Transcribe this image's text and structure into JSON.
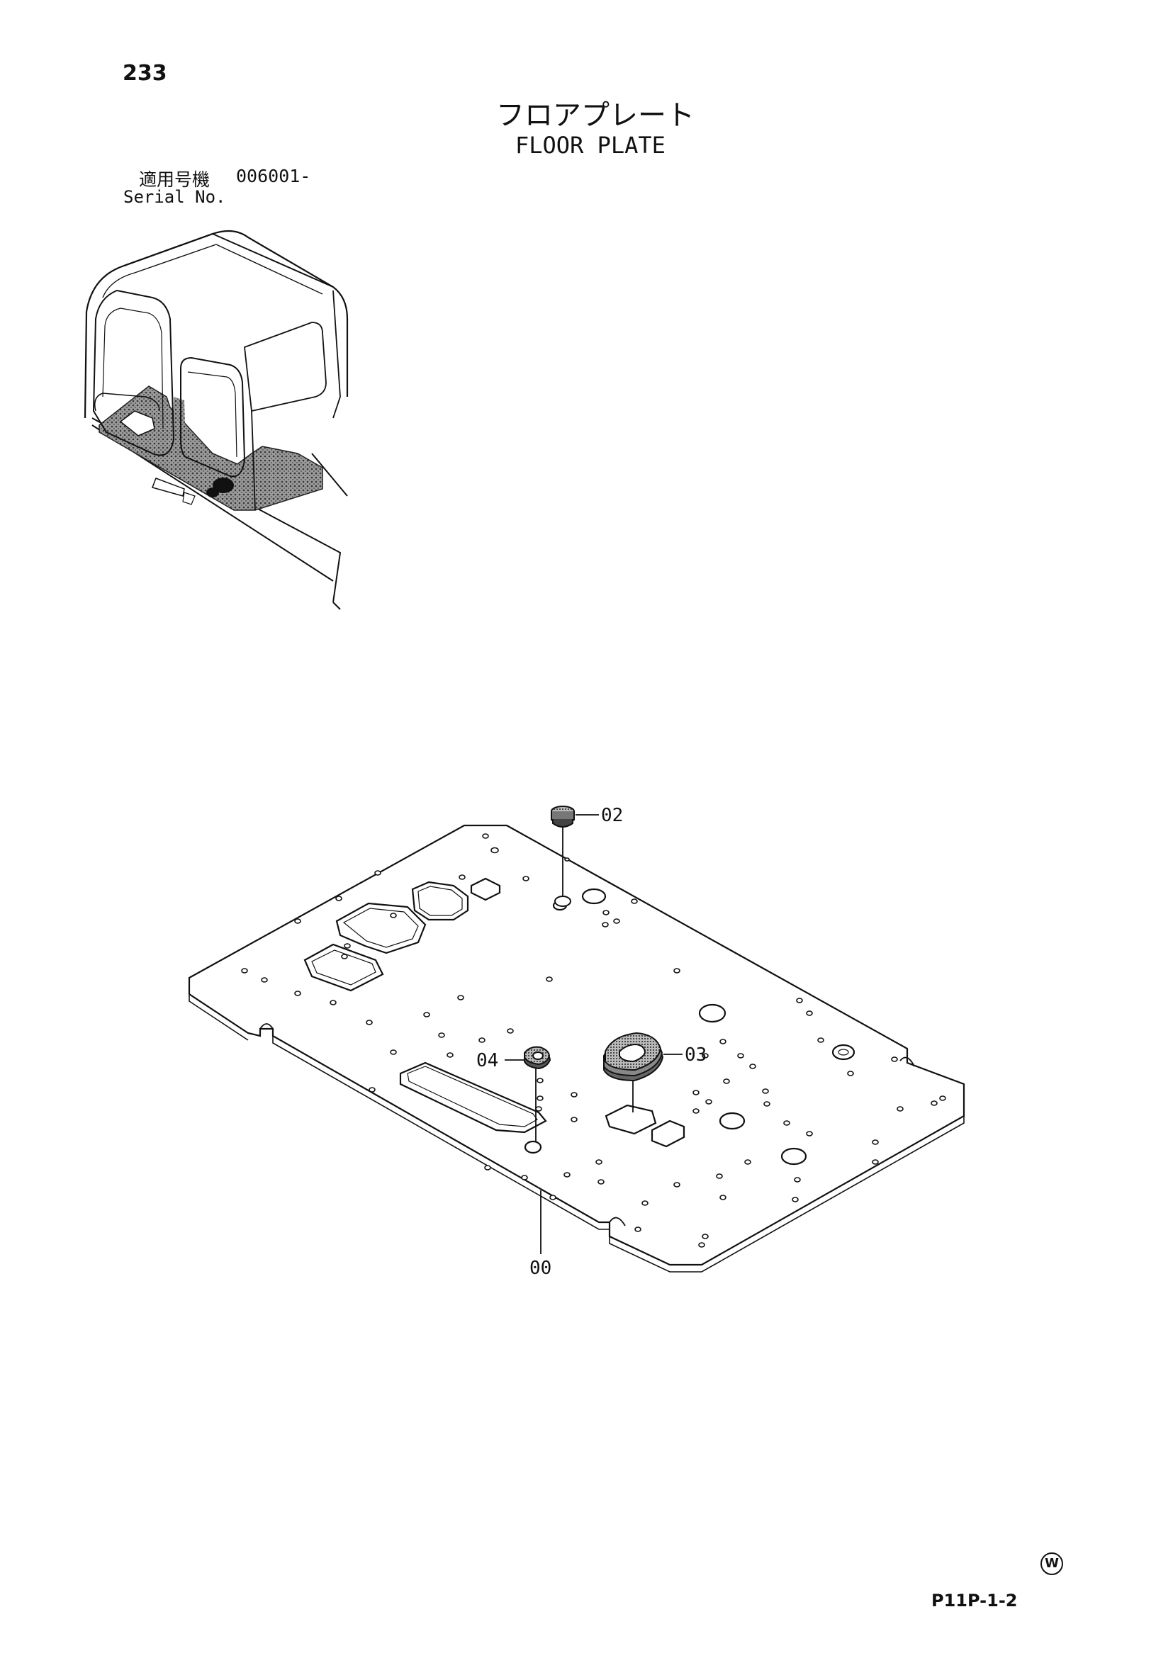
{
  "page": {
    "number": "233",
    "title_ja": "フロアプレート",
    "title_en": "FLOOR PLATE",
    "serial_label_ja": "適用号機",
    "serial_range": "006001-",
    "serial_label_en": "Serial No.",
    "drawing_code": "P11P-1-2",
    "w_mark": "W"
  },
  "callouts": [
    {
      "id": "00",
      "label": "00"
    },
    {
      "id": "02",
      "label": "02"
    },
    {
      "id": "03",
      "label": "03"
    },
    {
      "id": "04",
      "label": "04"
    }
  ]
}
